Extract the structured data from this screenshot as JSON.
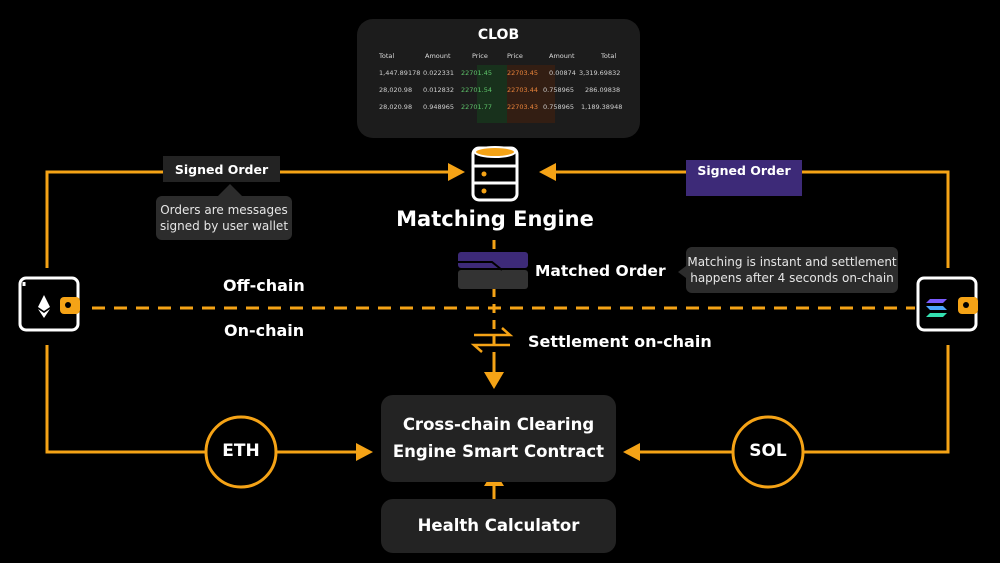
{
  "clob": {
    "title": "CLOB",
    "headers": [
      "Total",
      "Amount",
      "Price",
      "Price",
      "Amount",
      "Total"
    ],
    "rows": [
      [
        "1,447.89178",
        "0.022331",
        "22701.45",
        "22703.45",
        "0.00874",
        "3,319.69832"
      ],
      [
        "28,020.98",
        "0.012832",
        "22701.54",
        "22703.44",
        "0.758965",
        "286.09838"
      ],
      [
        "28,020.98",
        "0.948965",
        "22701.77",
        "22703.43",
        "0.758965",
        "1,189.38948"
      ]
    ]
  },
  "matching_engine": {
    "label": "Matching Engine"
  },
  "signed_order_left": {
    "label": "Signed Order"
  },
  "signed_order_right": {
    "label": "Signed Order"
  },
  "note_left": {
    "line1": "Orders are messages",
    "line2": "signed by user wallet"
  },
  "note_right": {
    "line1": "Matching is instant and settlement",
    "line2": "happens after 4 seconds on-chain"
  },
  "matched_order": {
    "label": "Matched Order"
  },
  "off_chain": {
    "label": "Off-chain"
  },
  "on_chain": {
    "label": "On-chain"
  },
  "settlement": {
    "label": "Settlement on-chain"
  },
  "clearing_engine": {
    "line1": "Cross-chain Clearing",
    "line2": "Engine Smart Contract"
  },
  "health_calculator": {
    "label": "Health Calculator"
  },
  "eth": {
    "label": "ETH"
  },
  "sol": {
    "label": "SOL"
  },
  "colors": {
    "accent": "#f5a316",
    "purple": "#3d2a78",
    "panel": "#232323",
    "note": "#2c2c2c",
    "bid_green": "#5ec46a",
    "ask_orange": "#e8833a"
  }
}
